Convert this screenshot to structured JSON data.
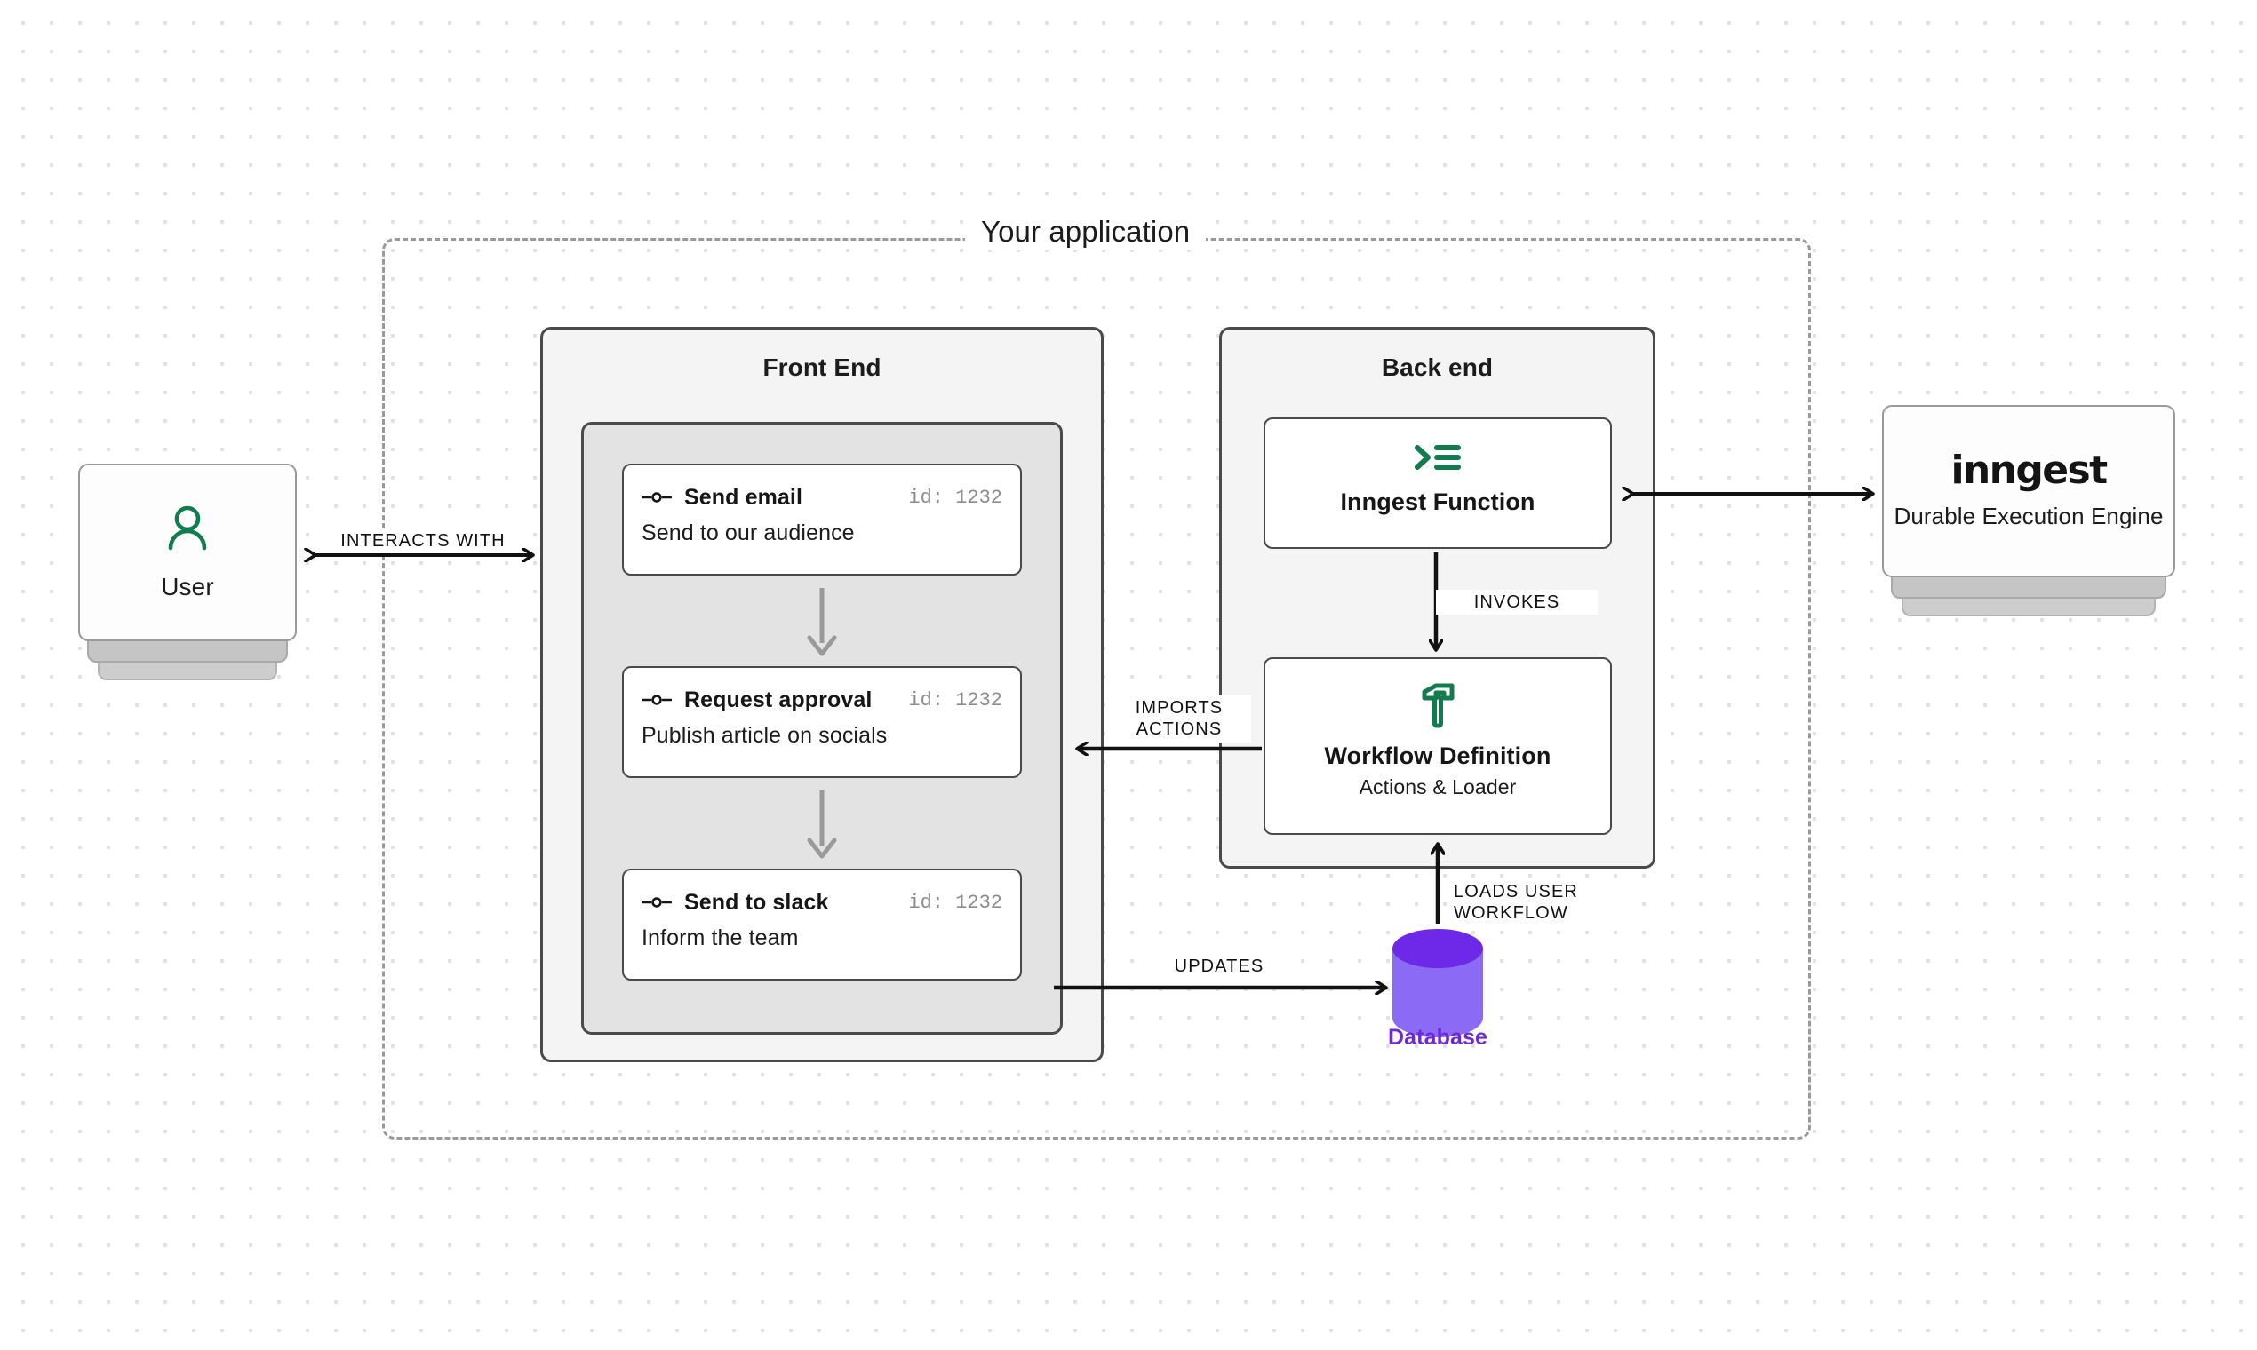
{
  "diagram": {
    "container_title": "Your application",
    "sections": [
      {
        "id": "front-end",
        "title": "Front End"
      },
      {
        "id": "back-end",
        "title": "Back end"
      }
    ],
    "workflow_steps": [
      {
        "icon": "workflow-node-icon",
        "name": "Send email",
        "id_label": "id: 1232",
        "description": "Send to our audience"
      },
      {
        "icon": "workflow-node-icon",
        "name": "Request approval",
        "id_label": "id: 1232",
        "description": "Publish article on socials"
      },
      {
        "icon": "workflow-node-icon",
        "name": "Send to slack",
        "id_label": "id: 1232",
        "description": "Inform the team"
      }
    ],
    "backend_cards": [
      {
        "icon": "terminal-prompt-icon",
        "title": "Inngest Function",
        "subtitle": ""
      },
      {
        "icon": "hammer-tool-icon",
        "title": "Workflow Definition",
        "subtitle": "Actions & Loader"
      }
    ],
    "user_card": {
      "icon": "user-person-icon",
      "label": "User"
    },
    "inngest_card": {
      "wordmark": "inngest",
      "subtitle": "Durable Execution\nEngine"
    },
    "database": {
      "icon": "database-cylinder-icon",
      "label": "Database"
    },
    "edges": [
      {
        "id": "interacts",
        "label": "INTERACTS WITH",
        "from": "user-card",
        "to": "front-end",
        "style": "double-arrow"
      },
      {
        "id": "invokes",
        "label": "INVOKES",
        "from": "inngest-function-card",
        "to": "workflow-definition-card",
        "style": "arrow-down"
      },
      {
        "id": "imports",
        "label": "IMPORTS\nACTIONS",
        "from": "workflow-definition-card",
        "to": "front-end",
        "style": "arrow-left"
      },
      {
        "id": "updates",
        "label": "UPDATES",
        "from": "front-end",
        "to": "database",
        "style": "arrow-right"
      },
      {
        "id": "loads",
        "label": "LOADS USER\nWORKFLOW",
        "from": "database",
        "to": "workflow-definition-card",
        "style": "arrow-up"
      },
      {
        "id": "backend-inngest",
        "label": "",
        "from": "inngest-function-card",
        "to": "inngest-card",
        "style": "double-arrow"
      }
    ],
    "colors": {
      "accent_green": "#127C4E",
      "database_body": "#8B6BF5",
      "database_top": "#6D28E8",
      "database_label": "#6D28D7",
      "border_dark": "#4a4a4a",
      "dashed_border": "#9a9a9a",
      "panel_bg": "#f4f4f4",
      "workflow_panel_bg": "#e3e3e3",
      "dot_grid": "#e3e3e3"
    }
  }
}
